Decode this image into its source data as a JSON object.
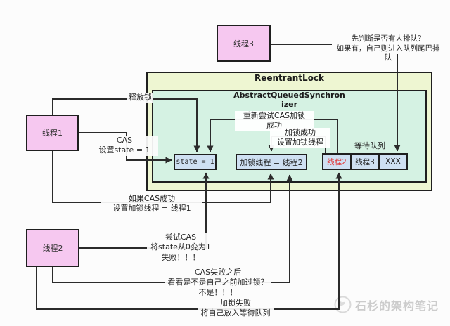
{
  "threads": {
    "thread1": {
      "label": "线程1"
    },
    "thread2": {
      "label": "线程2"
    },
    "thread3": {
      "label": "线程3"
    }
  },
  "lock": {
    "title": "ReentrantLock",
    "aqs_title": "AbstractQueuedSynchronizer",
    "state_box": "state = 1",
    "owner_box": "加锁线程 = 线程2",
    "queue_label": "等待队列",
    "queue": [
      {
        "label": "线程2",
        "highlight": true
      },
      {
        "label": "线程3",
        "highlight": false
      },
      {
        "label": "XXX",
        "highlight": false
      }
    ]
  },
  "annotations": {
    "release_lock": "释放锁",
    "cas_set_state": "CAS\n设置state = 1",
    "if_cas_success": "如果CAS成功\n设置加锁线程 = 线程1",
    "retry_cas_success": "重新尝试CAS加锁\n成功",
    "lock_success_set_thread": "加锁成功\n设置加锁线程",
    "try_cas_fail": "尝试CAS\n将state从0变为1\n失败！！！",
    "cas_fail_check": "CAS失败之后\n看看是不是自己之前加过锁？\n不是！！！",
    "lock_fail_enqueue": "加锁失败\n将自己放入等待队列",
    "thread3_judge": "先判断是否有人排队？\n如果有，自己则进入队列尾巴排队"
  },
  "watermark": {
    "text": "石杉的架构笔记"
  },
  "colors": {
    "thread_box_fill": "#f6c8f0",
    "lock_box_fill": "#eef6d2",
    "aqs_box_fill": "#d5f2e3",
    "value_box_fill": "#cfe0f2",
    "queue_highlight_text": "#e23333",
    "line": "#2b2b2b",
    "border": "#1f1f1f",
    "watermark_text": "#cccccc"
  }
}
